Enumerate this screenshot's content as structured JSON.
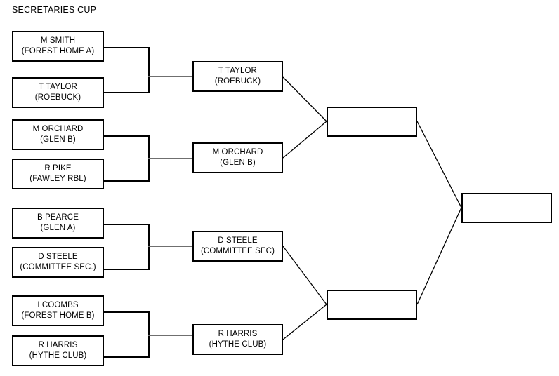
{
  "title": "SECRETARIES CUP",
  "bracket": {
    "round1": [
      {
        "name": "M SMITH",
        "club": "(FOREST HOME A)"
      },
      {
        "name": "T TAYLOR",
        "club": "(ROEBUCK)"
      },
      {
        "name": "M ORCHARD",
        "club": "(GLEN B)"
      },
      {
        "name": "R PIKE",
        "club": "(FAWLEY RBL)"
      },
      {
        "name": "B PEARCE",
        "club": "(GLEN A)"
      },
      {
        "name": "D STEELE",
        "club": "(COMMITTEE SEC.)"
      },
      {
        "name": "I COOMBS",
        "club": "(FOREST HOME B)"
      },
      {
        "name": "R HARRIS",
        "club": "(HYTHE CLUB)"
      }
    ],
    "round2": [
      {
        "name": "T TAYLOR",
        "club": "(ROEBUCK)"
      },
      {
        "name": "M ORCHARD",
        "club": "(GLEN B)"
      },
      {
        "name": "D STEELE",
        "club": "(COMMITTEE SEC)"
      },
      {
        "name": "R HARRIS",
        "club": "(HYTHE CLUB)"
      }
    ],
    "semifinals": [
      {
        "name": "",
        "club": ""
      },
      {
        "name": "",
        "club": ""
      }
    ],
    "final": [
      {
        "name": "",
        "club": ""
      }
    ]
  },
  "colors": {
    "box_border": "#000000",
    "connector": "#000000",
    "stem": "#6f6f6f",
    "background": "#ffffff",
    "text": "#000000"
  }
}
